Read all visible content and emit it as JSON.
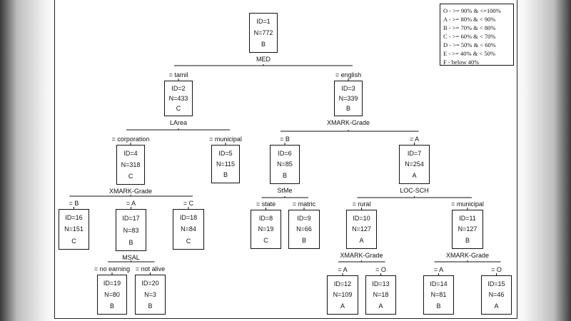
{
  "legend": [
    "O - >= 90%  & <=100%",
    "A - >= 80%  & < 90%",
    "B - >= 70%  & < 80%",
    "C - >= 60%  & < 70%",
    "D - >= 50%  & < 60%",
    "E - >= 40%  & < 50%",
    "F - below 40%"
  ],
  "nodes": [
    {
      "id": "ID=1",
      "n": "N=772",
      "grade": "B",
      "branch": "",
      "split": "MED"
    },
    {
      "id": "ID=2",
      "n": "N=433",
      "grade": "C",
      "branch": "= tamil",
      "split": "LArea"
    },
    {
      "id": "ID=3",
      "n": "N=339",
      "grade": "B",
      "branch": "= english",
      "split": "XMARK-Grade"
    },
    {
      "id": "ID=4",
      "n": "N=318",
      "grade": "C",
      "branch": "= corporation",
      "split": "XMARK-Grade"
    },
    {
      "id": "ID=5",
      "n": "N=115",
      "grade": "B",
      "branch": "= municipal",
      "split": ""
    },
    {
      "id": "ID=6",
      "n": "N=85",
      "grade": "B",
      "branch": "= B",
      "split": "StMe"
    },
    {
      "id": "ID=7",
      "n": "N=254",
      "grade": "A",
      "branch": "= A",
      "split": "LOC-SCH"
    },
    {
      "id": "ID=8",
      "n": "N=19",
      "grade": "C",
      "branch": "= state",
      "split": ""
    },
    {
      "id": "ID=9",
      "n": "N=66",
      "grade": "B",
      "branch": "= matric",
      "split": ""
    },
    {
      "id": "ID=10",
      "n": "N=127",
      "grade": "A",
      "branch": "= rural",
      "split": "XMARK-Grade"
    },
    {
      "id": "ID=11",
      "n": "N=127",
      "grade": "B",
      "branch": "= municipal",
      "split": "XMARK-Grade"
    },
    {
      "id": "ID=12",
      "n": "N=109",
      "grade": "A",
      "branch": "= A",
      "split": ""
    },
    {
      "id": "ID=13",
      "n": "N=18",
      "grade": "A",
      "branch": "= O",
      "split": ""
    },
    {
      "id": "ID=14",
      "n": "N=81",
      "grade": "B",
      "branch": "= A",
      "split": ""
    },
    {
      "id": "ID=15",
      "n": "N=46",
      "grade": "A",
      "branch": "= O",
      "split": ""
    },
    {
      "id": "ID=16",
      "n": "N=151",
      "grade": "C",
      "branch": "= B",
      "split": ""
    },
    {
      "id": "ID=17",
      "n": "N=83",
      "grade": "B",
      "branch": "= A",
      "split": "MSAL"
    },
    {
      "id": "ID=18",
      "n": "N=84",
      "grade": "C",
      "branch": "= C",
      "split": ""
    },
    {
      "id": "ID=19",
      "n": "N=80",
      "grade": "B",
      "branch": "= no earning",
      "split": ""
    },
    {
      "id": "ID=20",
      "n": "N=3",
      "grade": "B",
      "branch": "= not alive",
      "split": ""
    }
  ]
}
